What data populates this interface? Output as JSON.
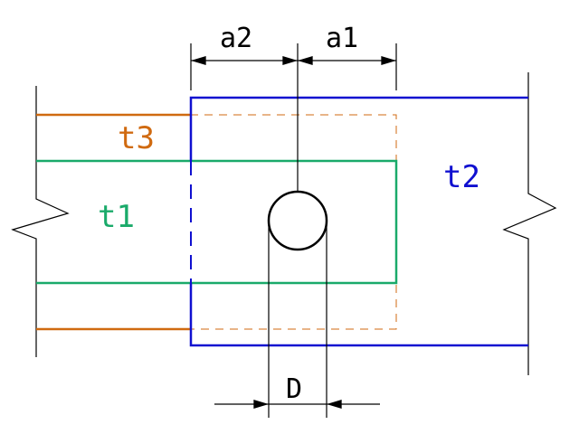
{
  "colors": {
    "t1": "#1aaa6a",
    "t2": "#1010d0",
    "t3": "#d06a10",
    "line": "#000000"
  },
  "labels": {
    "t1": "t1",
    "t2": "t2",
    "t3": "t3",
    "a1": "a1",
    "a2": "a2",
    "d": "D"
  }
}
